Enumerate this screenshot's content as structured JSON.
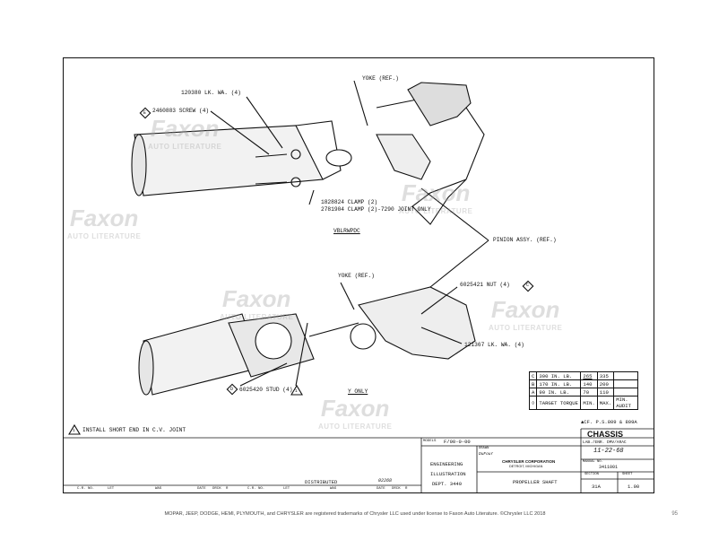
{
  "parts": {
    "lk_washer_top": "120380 LK. WA. (4)",
    "screw": "2460883 SCREW (4)",
    "screw_mark": "E",
    "yoke_top": "YOKE (REF.)",
    "clamp_1": "1828824 CLAMP (2)",
    "clamp_2": "2781904 CLAMP (2)-7290 JOINT ONLY",
    "view_code": "VBLRWPDC",
    "pinion": "PINION ASSY. (REF.)",
    "yoke_bottom": "YOKE (REF.)",
    "nut": "6025421 NUT (4)",
    "nut_mark": "C",
    "lk_washer_bottom": "121367 LK. WA. (4)",
    "stud": "6025420 STUD (4)",
    "stud_mark": "D",
    "y_only": "Y ONLY",
    "install_note": "INSTALL SHORT END IN C.V. JOINT",
    "install_mark": "1"
  },
  "torque_table": {
    "rows": [
      {
        "mark": "C",
        "desc": "300 IN. LB.",
        "min": "265",
        "max": "335"
      },
      {
        "mark": "B",
        "desc": "170 IN. LB.",
        "min": "140",
        "max": "200"
      },
      {
        "mark": "A",
        "desc": "90 IN. LB.",
        "min": "70",
        "max": "110"
      }
    ],
    "header": {
      "mark": "◊",
      "desc": "TARGET TORQUE",
      "min": "MIN.",
      "max": "MAX.",
      "audit": "MIN. AUDIT"
    }
  },
  "ref_note": "▲CF. P.S.809 & 809A",
  "title_block": {
    "chassis": "CHASSIS",
    "lab": "LAB./ENR. DMV/ARAC",
    "date": "11-22-68",
    "manual_no_label": "MANUAL NO.",
    "manual_no": "3411001",
    "models_label": "MODELS",
    "models": "F/00-0-00",
    "drawn_label": "DRAWN",
    "drawn": "DuFour",
    "corp": "CHRYSLER CORPORATION",
    "city": "DETROIT, MICHIGAN",
    "eng_1": "ENGINEERING",
    "eng_2": "ILLUSTRATION",
    "dept": "DEPT. 3440",
    "part_title": "PROPELLER SHAFT",
    "section_label": "SECTION",
    "section": "31A",
    "sheet_label": "SHEET",
    "sheet": "1.00",
    "distributed": "DISTRIBUTED",
    "dist_code": "02268",
    "rev_cols": [
      "C.R. NO.",
      "LET",
      "WAS",
      "DATE",
      "DRCK",
      "R",
      "C.R. NO.",
      "LET",
      "WAS",
      "DATE",
      "DRCK",
      "R"
    ]
  },
  "watermark": {
    "brand": "Faxon",
    "sub": "AUTO LITERATURE"
  },
  "footer": "MOPAR, JEEP, DODGE, HEMI, PLYMOUTH, and CHRYSLER are registered trademarks of Chrysler LLC used under license to Faxon Auto Literature. ©Chrysler LLC 2018",
  "page_number": "95"
}
